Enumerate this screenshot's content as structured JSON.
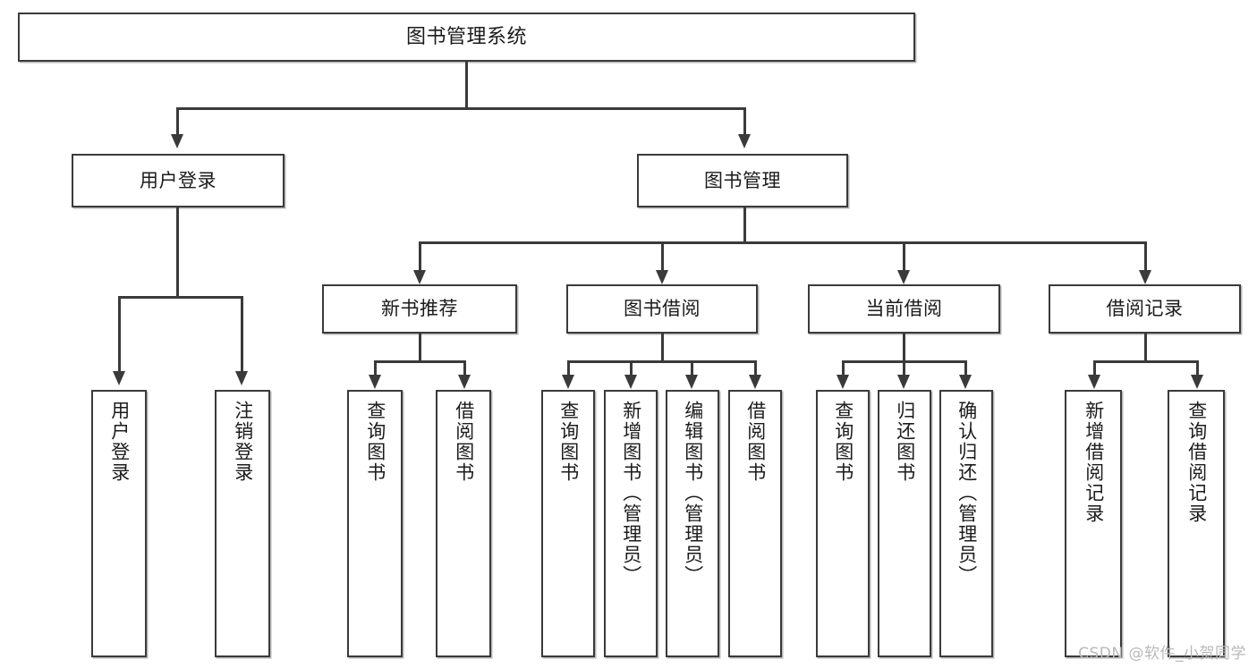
{
  "diagram": {
    "type": "tree",
    "title": "图书管理系统",
    "root": {
      "id": "root",
      "label": "图书管理系统"
    },
    "level2": [
      {
        "id": "user-login",
        "label": "用户登录"
      },
      {
        "id": "book-management",
        "label": "图书管理"
      }
    ],
    "level3": [
      {
        "id": "new-book-recommend",
        "label": "新书推荐",
        "parent": "book-management"
      },
      {
        "id": "book-borrow",
        "label": "图书借阅",
        "parent": "book-management"
      },
      {
        "id": "current-borrow",
        "label": "当前借阅",
        "parent": "book-management"
      },
      {
        "id": "borrow-record",
        "label": "借阅记录",
        "parent": "book-management"
      }
    ],
    "leaves": [
      {
        "id": "leaf-user-login",
        "label": "用户登录",
        "parent": "user-login"
      },
      {
        "id": "leaf-logout",
        "label": "注销登录",
        "parent": "user-login"
      },
      {
        "id": "leaf-query-book-1",
        "label": "查询图书",
        "parent": "new-book-recommend"
      },
      {
        "id": "leaf-borrow-book-1",
        "label": "借阅图书",
        "parent": "new-book-recommend"
      },
      {
        "id": "leaf-query-book-2",
        "label": "查询图书",
        "parent": "book-borrow"
      },
      {
        "id": "leaf-add-book",
        "label": "新增图书（管理员）",
        "parent": "book-borrow"
      },
      {
        "id": "leaf-edit-book",
        "label": "编辑图书（管理员）",
        "parent": "book-borrow"
      },
      {
        "id": "leaf-borrow-book-2",
        "label": "借阅图书",
        "parent": "book-borrow"
      },
      {
        "id": "leaf-query-book-3",
        "label": "查询图书",
        "parent": "current-borrow"
      },
      {
        "id": "leaf-return-book",
        "label": "归还图书",
        "parent": "current-borrow"
      },
      {
        "id": "leaf-confirm-return",
        "label": "确认归还（管理员）",
        "parent": "current-borrow"
      },
      {
        "id": "leaf-add-record",
        "label": "新增借阅记录",
        "parent": "borrow-record"
      },
      {
        "id": "leaf-query-record",
        "label": "查询借阅记录",
        "parent": "borrow-record"
      }
    ]
  },
  "watermark": {
    "text": "CSDN @软件_小贺同学"
  },
  "colors": {
    "stroke": "#3a3a3a",
    "background": "#ffffff",
    "text": "#1b1b1b",
    "watermark": "#b9b9b9"
  }
}
